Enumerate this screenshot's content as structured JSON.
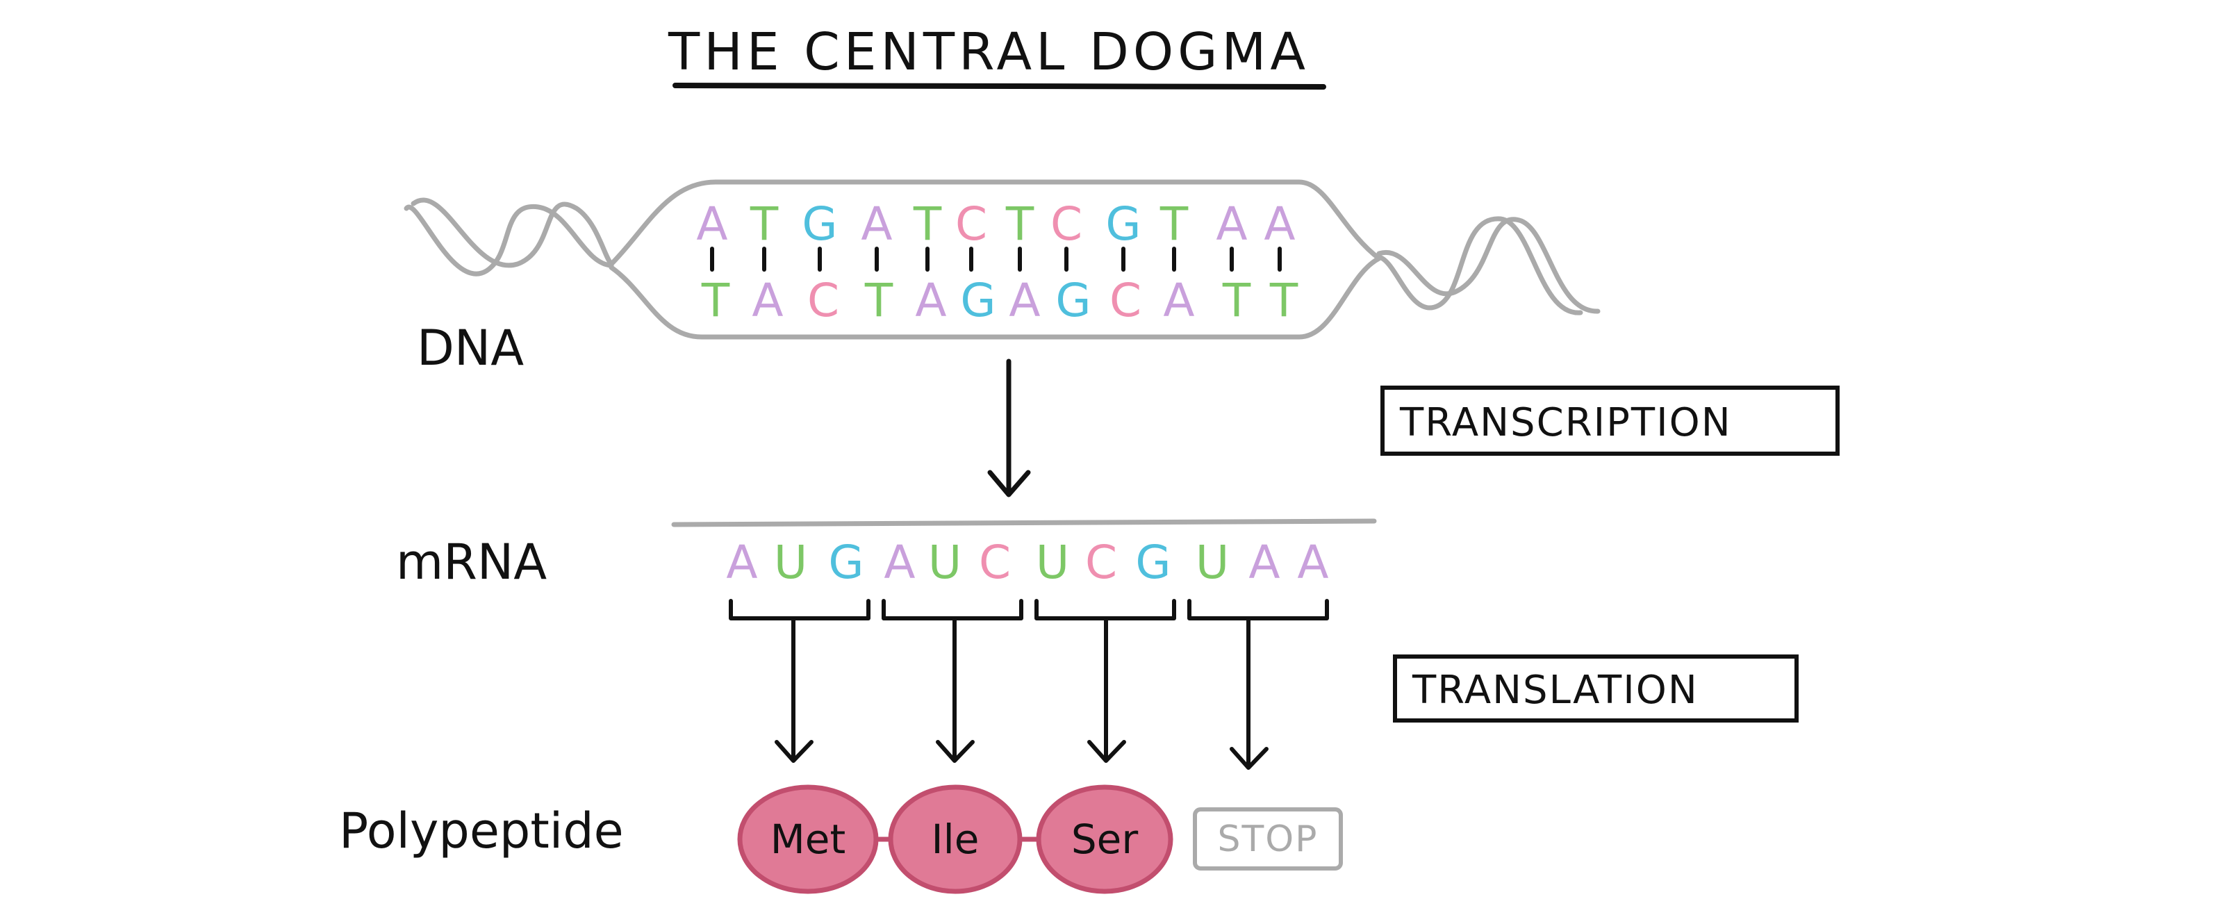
{
  "title": "THE CENTRAL DOGMA",
  "labels": {
    "dna": "DNA",
    "mrna": "mRNA",
    "polypeptide": "Polypeptide"
  },
  "processes": {
    "transcription": "TRANSCRIPTION",
    "translation": "TRANSLATION"
  },
  "dna": {
    "top_strand": [
      "A",
      "T",
      "G",
      "A",
      "T",
      "C",
      "T",
      "C",
      "G",
      "T",
      "A",
      "A"
    ],
    "bottom_strand": [
      "T",
      "A",
      "C",
      "T",
      "A",
      "G",
      "A",
      "G",
      "C",
      "A",
      "T",
      "T"
    ]
  },
  "mrna": {
    "bases": [
      "A",
      "U",
      "G",
      "A",
      "U",
      "C",
      "U",
      "C",
      "G",
      "U",
      "A",
      "A"
    ]
  },
  "polypeptide": {
    "amino_acids": [
      "Met",
      "Ile",
      "Ser"
    ],
    "stop": "STOP"
  },
  "colors": {
    "A": "#c9a0dc",
    "T": "#7dc766",
    "U": "#7dc766",
    "G": "#4fbfdd",
    "C": "#ef8fb0",
    "amino_fill": "#e07a96",
    "amino_stroke": "#c24e6e",
    "strand_gray": "#aaaaaa",
    "ink": "#111111"
  }
}
